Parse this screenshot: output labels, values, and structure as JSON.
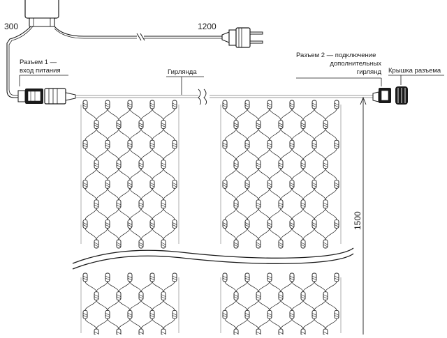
{
  "dimensions": {
    "lead_length": "300",
    "cable_length": "1200",
    "height": "1500"
  },
  "labels": {
    "connector_1_line1": "Разъем 1 —",
    "connector_1_line2": "вход питания",
    "garland": "Гирлянда",
    "connector_2_line1": "Разъем 2 — подключение",
    "connector_2_line2": "дополнительных",
    "connector_2_line3": "гирлянд",
    "connector_cap": "Крышка разъема"
  },
  "colors": {
    "line": "#1a1a1a",
    "wire_gray": "#9a9a9a"
  },
  "icons": [
    "power-adapter-icon",
    "power-plug-icon",
    "connector-icon",
    "connector-cap-icon",
    "led-bulb-icon"
  ]
}
